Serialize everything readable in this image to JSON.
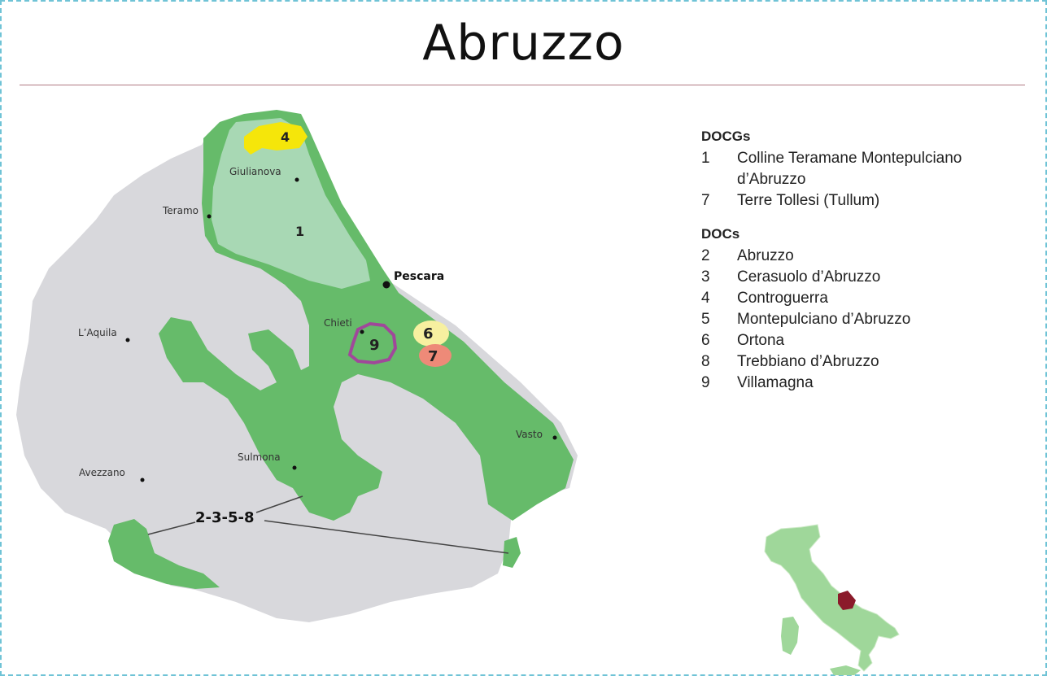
{
  "title": "Abruzzo",
  "legend": {
    "docg_heading": "DOCGs",
    "docg_items": [
      {
        "num": "1",
        "name": "Colline Teramane Montepulciano d’Abruzzo"
      },
      {
        "num": "7",
        "name": "Terre Tollesi (Tullum)"
      }
    ],
    "doc_heading": "DOCs",
    "doc_items": [
      {
        "num": "2",
        "name": "Abruzzo"
      },
      {
        "num": "3",
        "name": "Cerasuolo d’Abruzzo"
      },
      {
        "num": "4",
        "name": "Controguerra"
      },
      {
        "num": "5",
        "name": "Montepulciano d’Abruzzo"
      },
      {
        "num": "6",
        "name": "Ortona"
      },
      {
        "num": "8",
        "name": "Trebbiano d’Abruzzo"
      },
      {
        "num": "9",
        "name": "Villamagna"
      }
    ]
  },
  "map": {
    "cities": {
      "giulianova": "Giulianova",
      "teramo": "Teramo",
      "pescara": "Pescara",
      "chieti": "Chieti",
      "laquila": "L’Aquila",
      "vasto": "Vasto",
      "sulmona": "Sulmona",
      "avezzano": "Avezzano"
    },
    "zone_labels": {
      "z1": "1",
      "z4": "4",
      "z6": "6",
      "z7": "7",
      "z9": "9",
      "z2358": "2-3-5-8"
    }
  },
  "colors": {
    "region_gray": "#d8d8dc",
    "doc_green": "#66bb6a",
    "docg_light_green": "#a8d8b4",
    "controguerra_yellow": "#f5e60a",
    "ortona_yellow": "#f7f0a0",
    "tullum_salmon": "#ee8a78",
    "villamagna_purple": "#a0489a",
    "italy_green": "#9fd79a",
    "abruzzo_red": "#8b1a2a",
    "title_rule": "#b07a82"
  }
}
